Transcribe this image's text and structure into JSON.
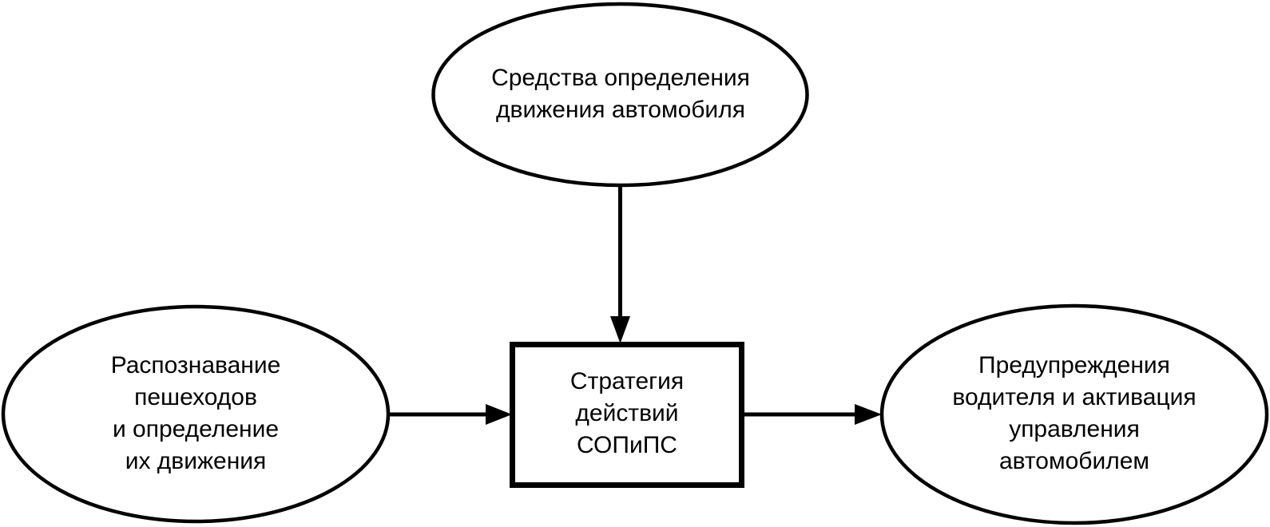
{
  "diagram": {
    "title_text_color": "#000000",
    "background": "#ffffff",
    "stroke_color": "#000000",
    "nodes": [
      {
        "id": "sensing-vehicle-motion",
        "shape": "ellipse",
        "lines": [
          "Средства определения",
          "движения автомобиля"
        ],
        "text": "Средства определения\nдвижения автомобиля"
      },
      {
        "id": "pedestrian-recognition",
        "shape": "ellipse",
        "lines": [
          "Распознавание",
          "пешеходов",
          "и определение",
          "их движения"
        ],
        "text": "Распознавание\nпешеходов\nи определение\nих движения"
      },
      {
        "id": "action-strategy",
        "shape": "rectangle",
        "lines": [
          "Стратегия",
          "действий",
          "СОПиПС"
        ],
        "text": "Стратегия\nдействий\nСОПиПС"
      },
      {
        "id": "driver-warning",
        "shape": "ellipse",
        "lines": [
          "Предупреждения",
          "водителя и активация",
          "управления",
          "автомобилем"
        ],
        "text": "Предупреждения\nводителя и активация\nуправления\nавтомобилем"
      }
    ],
    "edges": [
      {
        "id": "edge-sensing-to-strategy",
        "from": "sensing-vehicle-motion",
        "to": "action-strategy",
        "direction": "down",
        "label": ""
      },
      {
        "id": "edge-recognition-to-strategy",
        "from": "pedestrian-recognition",
        "to": "action-strategy",
        "direction": "right",
        "label": ""
      },
      {
        "id": "edge-strategy-to-warning",
        "from": "action-strategy",
        "to": "driver-warning",
        "direction": "right",
        "label": ""
      }
    ]
  }
}
